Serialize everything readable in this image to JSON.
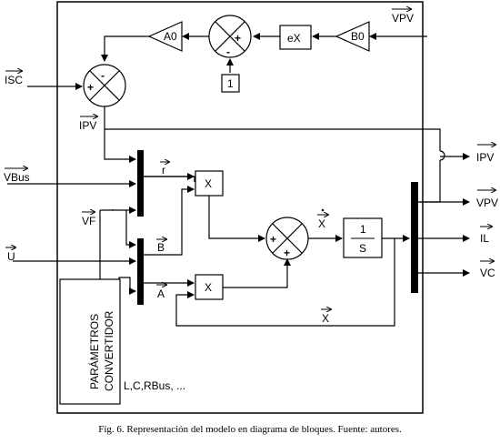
{
  "inputs": {
    "isc": "ISC",
    "vbus": "VBus",
    "u": "U",
    "vpv_in": "VPV"
  },
  "internal": {
    "ipv": "IPV",
    "vf": "VF",
    "r": "r",
    "b": "B",
    "a": "A",
    "xdot": "X",
    "x": "X"
  },
  "blocks": {
    "a0": "A0",
    "b0": "B0",
    "exp": "eX",
    "one": "1",
    "mult": "X",
    "integrator_num": "1",
    "integrator_den": "S",
    "params_title": "PARÁMETROS",
    "params_subtitle": "CONVERTIDOR",
    "params_list": "L,C,RBus, ..."
  },
  "signs": {
    "plus": "+",
    "minus": "-"
  },
  "outputs": {
    "ipv": "IPV",
    "vpv": "VPV",
    "il": "IL",
    "vc": "VC"
  },
  "caption": "Fig. 6. Representación del modelo en diagrama de bloques. Fuente: autores."
}
